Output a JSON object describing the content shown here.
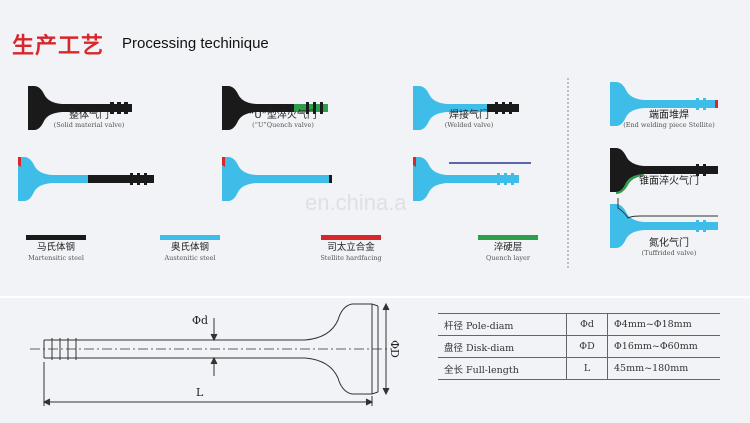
{
  "header": {
    "title_cn": "生产工艺",
    "title_en": "Processing techinique"
  },
  "valves": [
    {
      "cn": "整体气门",
      "en": "(Solid material valve)"
    },
    {
      "cn": "“U”型淬火气门",
      "en": "(“U”Quench valve)"
    },
    {
      "cn": "焊接气门",
      "en": "(Welded valve)"
    },
    {
      "cn": "端面堆焊",
      "en": "(End welding piece Stellite)"
    },
    {
      "cn": "锥面淬火气门",
      "en": ""
    },
    {
      "cn": "氮化气门",
      "en": "(Tuffrided valve)"
    }
  ],
  "legend": [
    {
      "cn": "马氏体钢",
      "en": "Martensitic steel",
      "color": "#1a1a1a"
    },
    {
      "cn": "奥氏体钢",
      "en": "Austenitic steel",
      "color": "#3dbde8"
    },
    {
      "cn": "司太立合金",
      "en": "Stellite hardfacing",
      "color": "#d8262a"
    },
    {
      "cn": "淬硬层",
      "en": "Quench layer",
      "color": "#2e9e4a"
    }
  ],
  "colors": {
    "martensitic": "#1a1a1a",
    "austenitic": "#3dbde8",
    "stellite": "#d8262a",
    "quench": "#2e9e4a"
  },
  "watermark": "en.china.a",
  "drawing": {
    "phi_d": "Φd",
    "phi_D": "ΦD",
    "L": "L"
  },
  "spec_table": [
    {
      "name": "杆径 Pole-diam",
      "symbol": "Φd",
      "range": "Φ4mm~Φ18mm"
    },
    {
      "name": "盘径 Disk-diam",
      "symbol": "ΦD",
      "range": "Φ16mm~Φ60mm"
    },
    {
      "name": "全长 Full-length",
      "symbol": "L",
      "range": "45mm~180mm"
    }
  ]
}
